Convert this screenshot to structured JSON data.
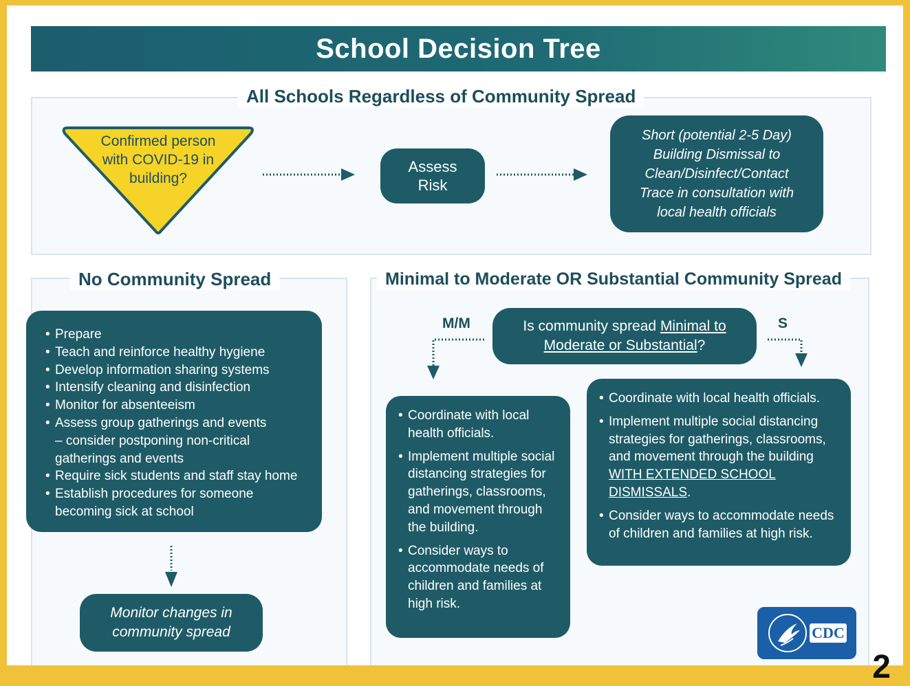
{
  "header": {
    "title": "School Decision Tree"
  },
  "top_section": {
    "title": "All Schools Regardless of Community Spread",
    "decision": "Confirmed person with COVID-19 in building?",
    "assess": "Assess Risk",
    "outcome": "Short (potential 2-5 Day) Building Dismissal to Clean/Disinfect/Contact Trace in consultation with local health officials"
  },
  "no_spread": {
    "title": "No Community Spread",
    "items": [
      "Prepare",
      "Teach and reinforce healthy hygiene",
      "Develop information sharing systems",
      "Intensify cleaning and disinfection",
      "Monitor for absenteeism",
      "Assess group gatherings and events – consider postponing non-critical gatherings and events",
      "Require sick students and staff stay home",
      "Establish procedures for someone becoming sick at school"
    ],
    "monitor": "Monitor changes in community spread"
  },
  "spread": {
    "title": "Minimal to Moderate OR Substantial Community Spread",
    "question_prefix": "Is community spread ",
    "question_link": "Minimal to Moderate or Substantial",
    "question_suffix": "?",
    "left_label": "M/M",
    "right_label": "S",
    "mm_items": [
      "Coordinate with local health officials.",
      "Implement multiple social distancing strategies for gatherings, classrooms, and movement through the building.",
      "Consider ways to accommodate needs of children and families at high risk."
    ],
    "s_item1": "Coordinate with local health officials.",
    "s_item2_text": "Implement multiple social distancing strategies for gatherings, classrooms, and movement through the building ",
    "s_item2_link": "WITH EXTENDED SCHOOL DISMISSALS",
    "s_item2_end": ".",
    "s_item3": "Consider ways to accommodate needs of children and families at high risk."
  },
  "logo": {
    "text": "CDC"
  },
  "page_number": "2",
  "colors": {
    "teal": "#1e5b67",
    "yellow": "#f5d327",
    "border": "#f0c23a",
    "title": "#1d4e5c"
  }
}
